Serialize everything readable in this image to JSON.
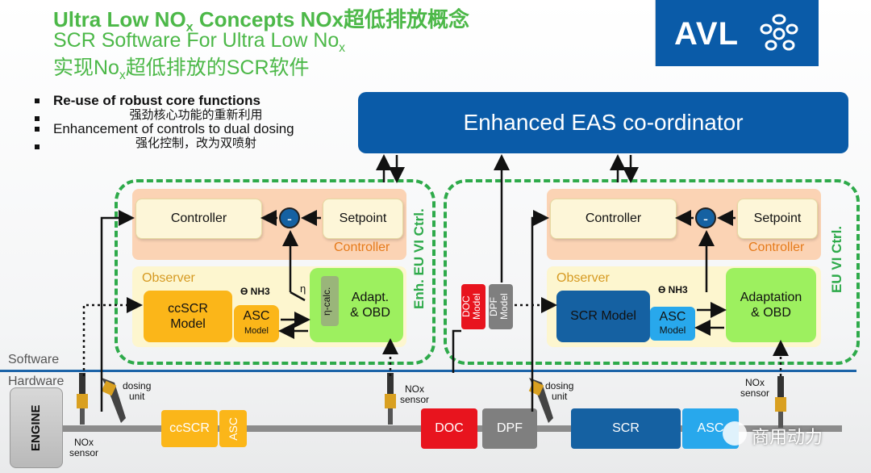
{
  "header": {
    "title_main": "Ultra Low NO",
    "title_main_sub": "x",
    "title_main_rest": " Concepts NOx超低排放概念",
    "title_sub": "SCR Software For Ultra Low No",
    "title_sub_sub": "x",
    "title_cn_pre": "实现No",
    "title_cn_sub": "x",
    "title_cn_post": "超低排放的SCR软件",
    "logo_text": "AVL"
  },
  "bullets": [
    "Re-use of robust core functions",
    "强劲核心功能的重新利用",
    "Enhancement of controls to dual dosing",
    "强化控制，改为双喷射"
  ],
  "eas_coordinator": "Enhanced EAS co-ordinator",
  "left_block": {
    "controller_box": "Controller",
    "setpoint_box": "Setpoint",
    "controller_label": "Controller",
    "minus": "-",
    "observer_label": "Observer",
    "model_box": "ccSCR\nModel",
    "asc_box": "ASC",
    "asc_small": "Model",
    "adapt_box": "Adapt.\n& OBD",
    "eta_calc": "η-calc.",
    "theta_label": "ϴ NH3",
    "eta_label": "η",
    "side_label": "Enh. EU VI Ctrl."
  },
  "right_block": {
    "controller_box": "Controller",
    "setpoint_box": "Setpoint",
    "controller_label": "Controller",
    "minus": "-",
    "observer_label": "Observer",
    "model_box": "SCR Model",
    "asc_box": "ASC",
    "asc_small": "Model",
    "adapt_box": "Adaptation\n& OBD",
    "theta_label": "ϴ NH3",
    "side_label": "EU VI Ctrl."
  },
  "doc_model": "DOC\nModel",
  "dpf_model": "DPF\nModel",
  "software_label": "Software",
  "hardware_label": "Hardware",
  "hardware": {
    "engine": "ENGINE",
    "nox_sensor_bottom": "NOx\nsensor",
    "dosing_unit_1": "dosing\nunit",
    "nox_sensor_mid": "NOx\nsensor",
    "dosing_unit_2": "dosing\nunit",
    "nox_sensor_right": "NOx\nsensor",
    "ccscr": "ccSCR",
    "asc_small": "ASC",
    "doc": "DOC",
    "dpf": "DPF",
    "scr": "SCR",
    "asc": "ASC"
  },
  "watermark": "商用动力",
  "colors": {
    "green_title": "#4cb848",
    "avl_blue": "#0a5ba8",
    "dash_green": "#2eaa4a",
    "orange_panel": "#fbd3b4",
    "observer_panel": "#fdf6cf",
    "model_yellow": "#fbb619",
    "adapt_green": "#9df05f",
    "doc_red": "#e8141e",
    "dpf_gray": "#7f7f7f",
    "scr_blue": "#1561a2",
    "asc_cyan": "#28a8ec"
  }
}
